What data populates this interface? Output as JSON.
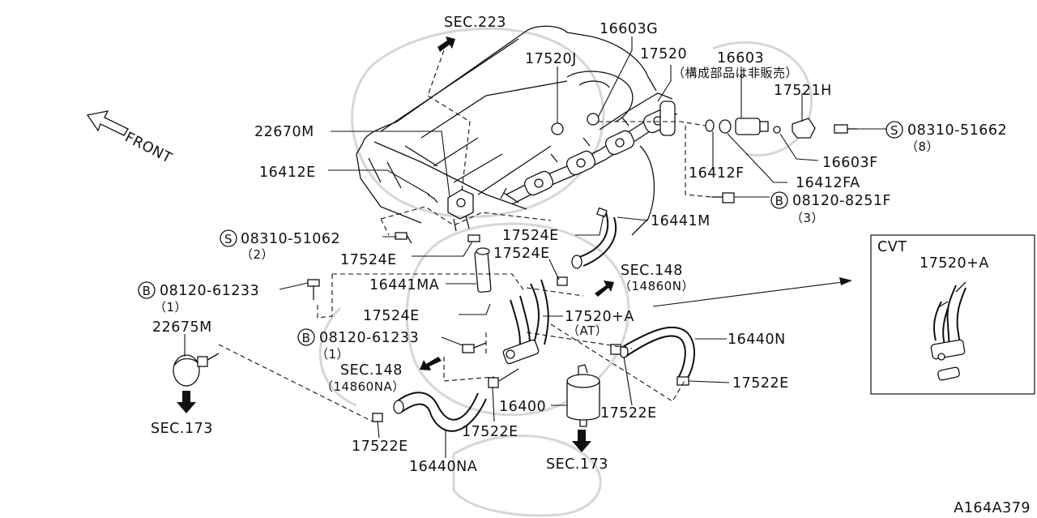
{
  "diagram": {
    "ref_code": "A164A379",
    "front_label": "FRONT",
    "inset_title": "CVT",
    "parts": {
      "p16603G": "16603G",
      "p17520J": "17520J",
      "p17520": "17520",
      "p16603": "16603",
      "p16603_note": "（構成部品は非販売）",
      "p17521H": "17521H",
      "p08310_51662": "08310-51662",
      "p08310_51662_qty": "（8）",
      "p16603F": "16603F",
      "p16412F": "16412F",
      "p16412FA": "16412FA",
      "p22670M": "22670M",
      "p16412E": "16412E",
      "p08120_8251F": "08120-8251F",
      "p08120_8251F_qty": "（3）",
      "p16441M": "16441M",
      "p17524E_a": "17524E",
      "p17524E_b": "17524E",
      "p17524E_c": "17524E",
      "p17524E_d": "17524E",
      "p08310_51062": "08310-51062",
      "p08310_51062_qty": "（2）",
      "p08120_61233_a": "08120-61233",
      "p08120_61233_a_qty": "（1）",
      "p16441MA": "16441MA",
      "p17520A": "17520+A",
      "p17520A_sub": "（AT）",
      "p08120_61233_b": "08120-61233",
      "p08120_61233_b_qty": "（1）",
      "p22675M": "22675M",
      "p16440N": "16440N",
      "p17522E_a": "17522E",
      "p17522E_b": "17522E",
      "p17522E_c": "17522E",
      "p17522E_d": "17522E",
      "p16400": "16400",
      "p16440NA": "16440NA",
      "p17520A_cvt": "17520+A"
    },
    "sections": {
      "sec223": "SEC.223",
      "sec148_right": "SEC.148",
      "sec148_right_sub": "（14860N）",
      "sec148_left": "SEC.148",
      "sec148_left_sub": "（14860NA）",
      "sec173_left": "SEC.173",
      "sec173_bottom": "SEC.173"
    },
    "symbols": {
      "s_circle": "S",
      "b_circle": "B"
    }
  }
}
